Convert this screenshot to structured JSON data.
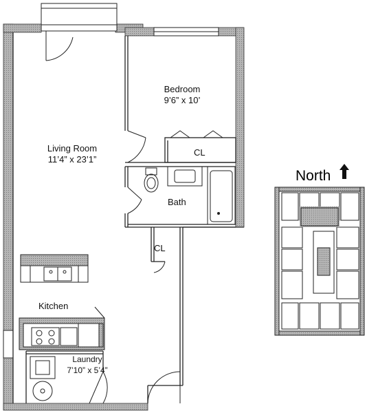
{
  "rooms": {
    "living": {
      "name": "Living Room",
      "dims": "11’4” x 23’1”"
    },
    "bedroom": {
      "name": "Bedroom",
      "dims": "9’6” x 10’"
    },
    "closet1": {
      "name": "CL"
    },
    "bath": {
      "name": "Bath"
    },
    "closet2": {
      "name": "CL"
    },
    "kitchen": {
      "name": "Kitchen"
    },
    "laundry": {
      "name": "Laundry",
      "dims": "7’10” x 5’4”"
    }
  },
  "key_plan": {
    "direction_label": "North",
    "arrow_icon": "north-arrow-icon"
  },
  "colors": {
    "wall": "#a9a9a9",
    "line": "#222222",
    "background": "#ffffff"
  }
}
